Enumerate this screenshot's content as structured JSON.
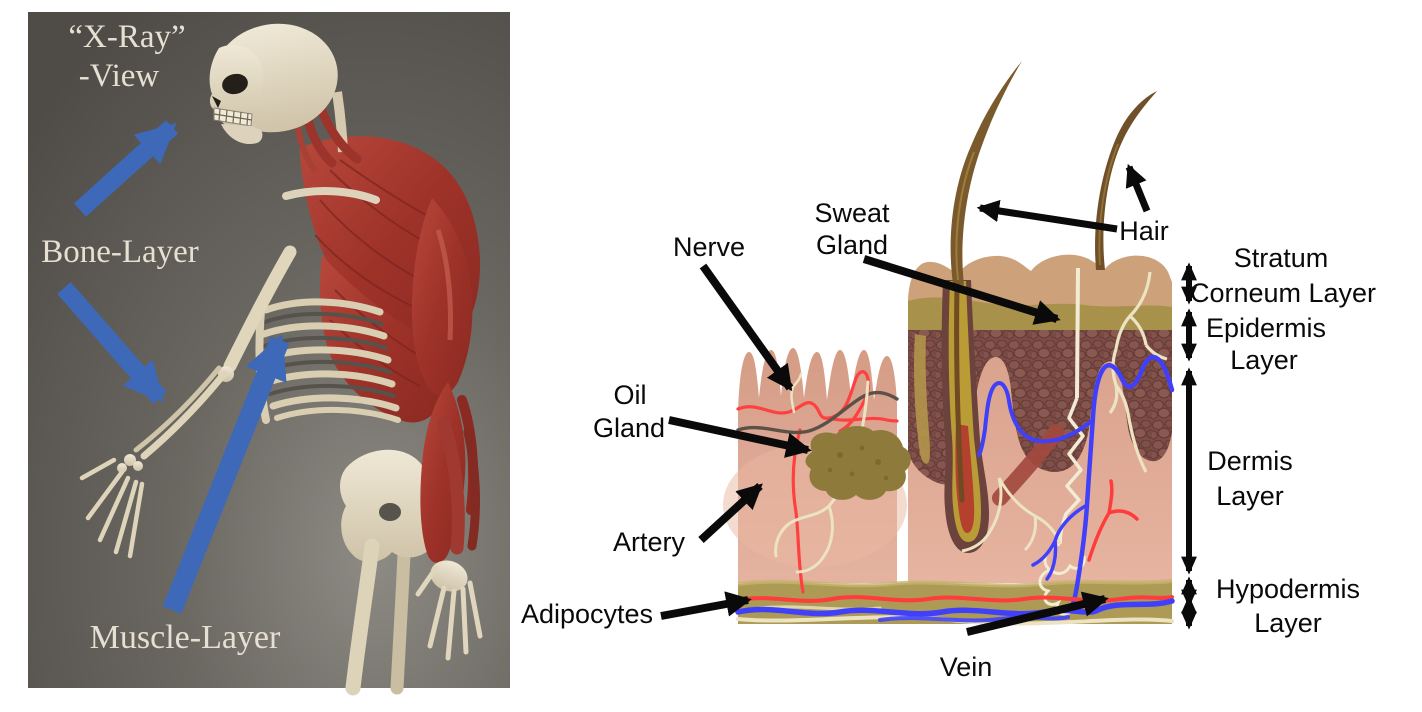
{
  "colors": {
    "arrow_blue": "#3e68b8",
    "label_black": "#0a0a0a",
    "artery_red": "#ff3b3b",
    "vein_blue": "#4040fa",
    "nerve_cream": "#ece3c2",
    "photo_text": "#e6e0d2"
  },
  "left_panel": {
    "caption_line1": "“X-Ray”",
    "caption_line2": "-View",
    "bone_label": "Bone-Layer",
    "muscle_label": "Muscle-Layer"
  },
  "right_panel": {
    "parts": {
      "nerve": "Nerve",
      "sweat_line1": "Sweat",
      "sweat_line2": "Gland",
      "hair": "Hair",
      "oil_line1": "Oil",
      "oil_line2": "Gland",
      "artery": "Artery",
      "adipocytes": "Adipocytes",
      "vein": "Vein"
    },
    "layers": [
      {
        "name": "stratum-corneum",
        "lines": [
          "Stratum",
          "Corneum Layer"
        ]
      },
      {
        "name": "epidermis",
        "lines": [
          "Epidermis",
          "Layer"
        ]
      },
      {
        "name": "dermis",
        "lines": [
          "Dermis",
          "Layer"
        ]
      },
      {
        "name": "hypodermis",
        "lines": [
          "Hypodermis",
          "Layer"
        ]
      }
    ]
  }
}
